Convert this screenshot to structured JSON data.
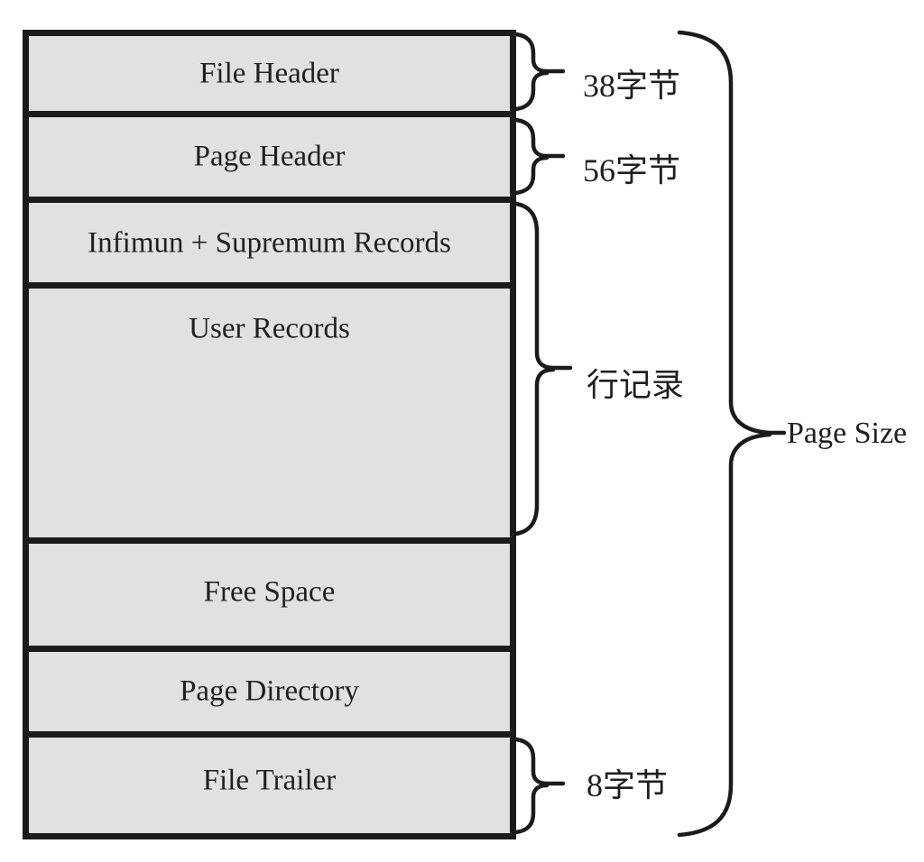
{
  "diagram": {
    "boxes": [
      {
        "label": "File Header"
      },
      {
        "label": "Page Header"
      },
      {
        "label": "Infimun + Supremum Records"
      },
      {
        "label": "User Records"
      },
      {
        "label": "Free Space"
      },
      {
        "label": "Page Directory"
      },
      {
        "label": "File Trailer"
      }
    ],
    "annotations": {
      "file_header_size": "38字节",
      "page_header_size": "56字节",
      "row_records_label": "行记录",
      "file_trailer_size": "8字节",
      "page_size_label": "Page Size"
    },
    "colors": {
      "box_fill": "#e1e1e1",
      "line": "#1b1b1b",
      "background": "#ffffff",
      "text": "#1f1f1f"
    }
  }
}
